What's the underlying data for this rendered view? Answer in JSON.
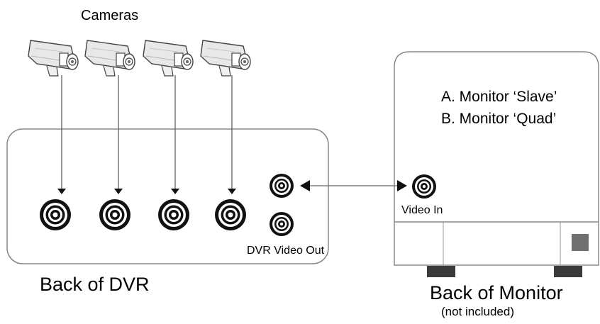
{
  "title": "Cameras",
  "dvr": {
    "label": "Back of DVR",
    "video_out_label": "DVR Video Out",
    "inputs": 4
  },
  "monitor": {
    "label": "Back of Monitor",
    "note": "(not included)",
    "video_in_label": "Video In",
    "options": [
      "A. Monitor ‘Slave’",
      "B. Monitor ‘Quad’"
    ]
  },
  "cameras": {
    "count": 4
  },
  "colors": {
    "line": "#555555",
    "panel_border": "#888888",
    "foot": "#3a3a3a",
    "button": "#707070"
  }
}
